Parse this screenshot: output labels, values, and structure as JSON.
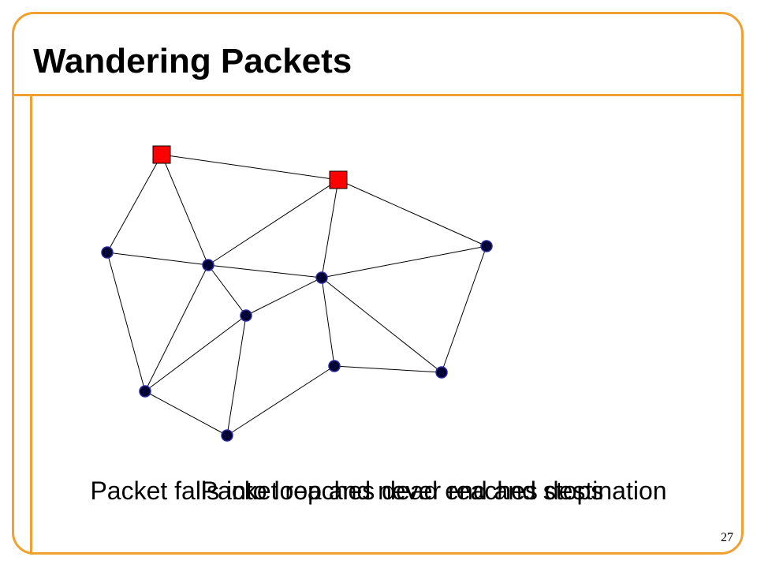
{
  "slide": {
    "title": "Wandering Packets",
    "page_number": "27",
    "captions": [
      "Packet falls into loop and never reaches destination",
      "Packet reaches dead end and stops"
    ]
  },
  "colors": {
    "frame": "#f0a030",
    "router_node": "#ff0000",
    "host_node": "#000033",
    "host_node_outline": "#2a2aa0",
    "edge": "#000000"
  },
  "graph": {
    "node_kinds": [
      "router",
      "router",
      "host",
      "host",
      "host",
      "host",
      "host",
      "host",
      "host",
      "host",
      "host"
    ]
  }
}
